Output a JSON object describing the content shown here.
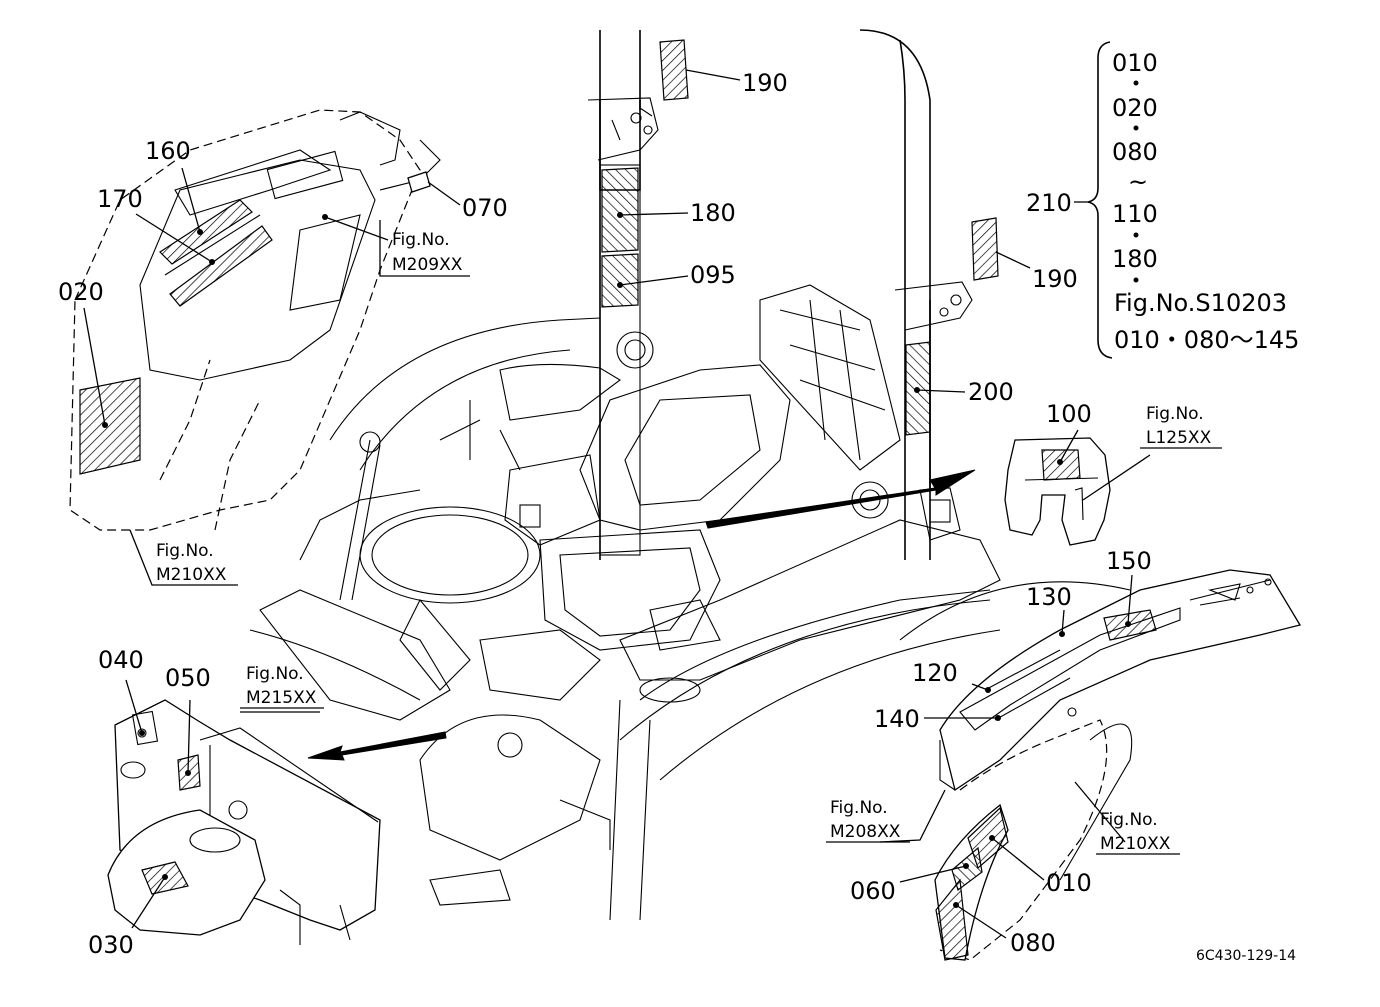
{
  "callouts": {
    "c010": "010",
    "c020": "020",
    "c030": "030",
    "c040": "040",
    "c050": "050",
    "c060": "060",
    "c070": "070",
    "c080": "080",
    "c095": "095",
    "c100": "100",
    "c120": "120",
    "c130": "130",
    "c140": "140",
    "c150": "150",
    "c160": "160",
    "c170": "170",
    "c180": "180",
    "c190a": "190",
    "c190b": "190",
    "c200": "200",
    "c210": "210"
  },
  "figure_refs": {
    "fig_m209": {
      "line1": "Fig.No.",
      "line2": "M209XX"
    },
    "fig_m210_left": {
      "line1": "Fig.No.",
      "line2": "M210XX"
    },
    "fig_m215": {
      "line1": "Fig.No.",
      "line2": "M215XX"
    },
    "fig_l125": {
      "line1": "Fig.No.",
      "line2": "L125XX"
    },
    "fig_m208": {
      "line1": "Fig.No.",
      "line2": "M208XX"
    },
    "fig_m210_right": {
      "line1": "Fig.No.",
      "line2": "M210XX"
    }
  },
  "set_210": {
    "items": [
      "010",
      "020",
      "080",
      "110",
      "180"
    ],
    "tilde": "~",
    "fig_line": "Fig.No.S10203",
    "fig_range": "010・080～145"
  },
  "drawing_number": "6C430-129-14"
}
